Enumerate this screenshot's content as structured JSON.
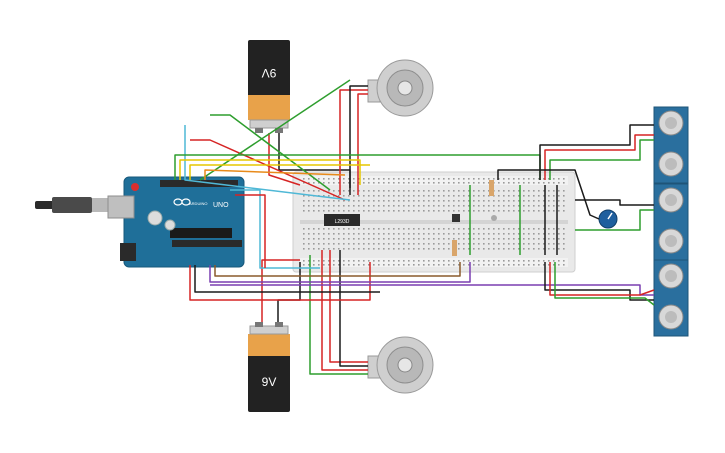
{
  "components": {
    "battery_top": {
      "label": "9V"
    },
    "battery_bottom": {
      "label": "9V"
    },
    "motor_driver": {
      "label": "L293D"
    },
    "arduino": {
      "logo": "UNO",
      "brand": "ARDUINO"
    }
  },
  "colors": {
    "red": "#d62424",
    "black": "#1a1a1a",
    "green": "#2e9e2e",
    "yellow": "#e6c700",
    "orange": "#e88a1a",
    "purple": "#7a3fb0",
    "cyan": "#4fb8d6",
    "brown": "#8a5a2b",
    "board_blue": "#1f6f99",
    "sensor_blue": "#2a6f9e",
    "breadboard": "#e8e8e8",
    "battery_orange": "#e8a24a",
    "battery_black": "#222222"
  }
}
